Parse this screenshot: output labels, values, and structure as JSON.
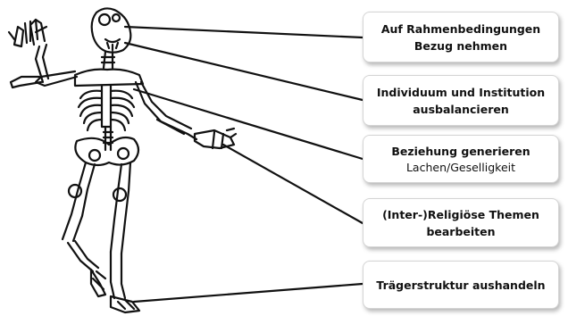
{
  "labels": [
    {
      "id": "box-1",
      "main": "Auf Rahmenbedingungen\nBezug nehmen",
      "sub": ""
    },
    {
      "id": "box-2",
      "main": "Individuum und Institution\nausbalancieren",
      "sub": ""
    },
    {
      "id": "box-3",
      "main": "Beziehung generieren",
      "sub": "Lachen/Geselligkeit"
    },
    {
      "id": "box-4",
      "main": "(Inter-)Religiöse Themen\nbearbeiten",
      "sub": ""
    },
    {
      "id": "box-5",
      "main": "Trägerstruktur aushandeln",
      "sub": ""
    }
  ],
  "colors": {
    "ink": "#111111",
    "box_border": "#d4d4d4",
    "background": "#ffffff"
  }
}
